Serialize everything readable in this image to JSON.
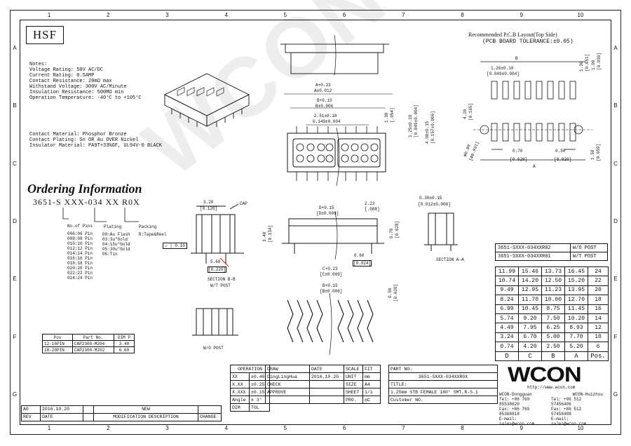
{
  "zones": {
    "columns": [
      "1",
      "2",
      "3",
      "4",
      "5",
      "6",
      "7",
      "8",
      "9",
      "10"
    ],
    "rows": [
      "A",
      "B",
      "C",
      "D",
      "E",
      "F",
      "G"
    ]
  },
  "hsf_label": "HSF",
  "specs": [
    "Notes:",
    "Voltage Rating: 50V AC/DC",
    "Current Rating: 0.5AMP",
    "Contact Resistance: 20mΩ max",
    "Withstand Voltage: 300V AC/Minute",
    "Insulation Resistance: 500MΩ min",
    "Operation Temperature: -40°C to +105°C"
  ],
  "materials": [
    "Contact Material: Phosphor Bronze",
    "Contact Plating: Sn OR Au OVER Nickel",
    "Insulator Material: PA9T+33%GF, UL94V-0 BLACK"
  ],
  "ordering": {
    "title": "Ordering Information",
    "code": "3651-S XXX-034 XX R0X",
    "no_of_pins_label": "No.of Pins",
    "pins": [
      "006:06 Pin",
      "008:08 Pin",
      "010:10 Pin",
      "012:12 Pin",
      "014:14 Pin",
      "016:16 Pin",
      "018:18 Pin",
      "020:20 Pin",
      "022:22 Pin",
      "024:24 Pin"
    ],
    "plating_label": "Plating",
    "plating": [
      "00:Au Flash",
      "03:3u\"Gold",
      "04:15u\"Gold",
      "05:30u\"Gold",
      "06:Tin"
    ],
    "packing_label": "Packing",
    "packing": [
      "R:Tape&Reel"
    ]
  },
  "part_table": {
    "headers": [
      "Pos",
      "Part No.",
      "DIM P"
    ],
    "rows": [
      [
        "12-16PIN",
        "CAP2300-M204",
        "3.40"
      ],
      [
        "18-20PIN",
        "CAP2300-M202",
        "6.60"
      ]
    ]
  },
  "pcb_layout": {
    "title": "Recommended P.C.B Layout(Top Side)",
    "tolerance": "(PCB BOARD TOLERANCE:±0.05)"
  },
  "dims": {
    "a033": "A+0.33",
    "a012": "A±0.012",
    "b015": "B+0.15",
    "b006": "B±0.006",
    "d2513": "2.51±0.10",
    "d0149": "0.149±0.004",
    "d138": "1.38",
    "d0054": "[.054]",
    "d125": "1.25±0.10",
    "d0049": "[0.049±0.004]",
    "d400": "4.00±0.15",
    "d0157": "[0.157±0.006]",
    "d126": "1.26±0.10",
    "d0049b": "[0.049±0.004]",
    "d130": "1.30",
    "d0051": "[0.051]",
    "d100": "1.00",
    "d0039": "[0.039]",
    "d420": "4.20",
    "d0165": "[0.165]",
    "d080": "Φ0.80",
    "d0031": "[Φ0.031]",
    "d070": "0.70",
    "d0028": "[0.028]",
    "d050": "0.50",
    "d0020": "[0.020]",
    "d150": "1.50",
    "d0059": "[0.059]",
    "d320": "3.20",
    "d0126": "[0.126]",
    "cap": "CAP",
    "d010": "0.10",
    "d560": "5.60",
    "d0220": "[0.220]",
    "d1015": "D+0.15",
    "d0006": "[D±0.006]",
    "d223": "2.23",
    "d0088": "[.088]",
    "d340": "3.40",
    "d0134": "[0.134]",
    "d070b": "0.70",
    "d0028b": "[0.028]",
    "d060": "0.60",
    "d0024": "[0.024]",
    "c1023": "C+0.23",
    "c0009": "[C±0.009]",
    "b015b": "B+0.15",
    "b006b": "[B±0.006]",
    "d050b": "0.50",
    "d0020b": "[0.020]",
    "d030": "0.30±0.15",
    "d0012": "[0.012±0.006]",
    "lbl_a": "A",
    "lbl_b": "B",
    "lbl_c": "C",
    "lbl_d": "D"
  },
  "views": {
    "section_bb": "SECTION B-B",
    "wt_post": "W/T POST",
    "wo_post": "W/O POST",
    "section_aa": "SECTION A-A"
  },
  "post_labels": [
    [
      "3651-SXXX-034XXR02",
      "W/O POST"
    ],
    [
      "3651-SXXX-034XXR01",
      "W/T POST"
    ]
  ],
  "dim_table": {
    "headers": [
      "D",
      "C",
      "B",
      "A",
      "Pos."
    ],
    "rows": [
      [
        "11.99",
        "15.46",
        "13.73",
        "16.45",
        "24"
      ],
      [
        "10.74",
        "14.20",
        "12.50",
        "15.20",
        "22"
      ],
      [
        "9.49",
        "12.95",
        "11.23",
        "13.95",
        "20"
      ],
      [
        "8.24",
        "11.70",
        "10.00",
        "12.70",
        "18"
      ],
      [
        "6.99",
        "10.45",
        "8.75",
        "11.45",
        "16"
      ],
      [
        "5.74",
        "9.20",
        "7.50",
        "10.20",
        "14"
      ],
      [
        "4.49",
        "7.95",
        "6.25",
        "8.93",
        "12"
      ],
      [
        "3.24",
        "6.70",
        "5.00",
        "7.70",
        "10"
      ],
      [
        "0.74",
        "4.20",
        "2.50",
        "5.20",
        "6"
      ]
    ]
  },
  "title_block": {
    "operation": "OPERATION",
    "tol_x": "XX",
    "tol_x_v": "±0.40",
    "tol_xx": "X.XX",
    "tol_xx_v": "±0.25",
    "tol_xxx": "X.XXX",
    "tol_xxx_v": "±0.15",
    "angle": "Angle",
    "angle_v": "± 3°",
    "unit_mm": "DIM",
    "tol_label": "TOL",
    "draw": "DRAW",
    "draw_name": "DingLingHua",
    "check": "CHECK",
    "approve": "APPROVE",
    "date_label": "DATE",
    "date_val": "2016.10.20",
    "scale": "SCALE",
    "scale_val": "FIT",
    "unit": "UNIT",
    "unit_val": "mm",
    "size": "SIZE",
    "size_val": "A4",
    "sheet": "SHEET",
    "sheet_val": "1/1",
    "proj": "PRO.",
    "part_no_label": "PART NO.",
    "part_no": "3651-SXXX-034XXR0X",
    "title_label": "TITLE:",
    "title_text": "1.25mm STB FEMALE 180° SMT,R-S.1",
    "customer": "Customer NO.",
    "rev_row": [
      "A0",
      "2016.10.20",
      "",
      "NEW",
      ""
    ],
    "rev_hdr": [
      "REV",
      "DATE",
      "",
      "MODIFICATION DESCRIPTION",
      "CHANGE"
    ]
  },
  "company": {
    "logo": "WCON",
    "url": "http://www.wcon.com",
    "dongguan": "WCON-Dongguan",
    "huizhou": "WCON-Huizhou",
    "tel_dg": "Tel: +86 769 85538620",
    "tel_hz": "Tel: +86 512 57456406",
    "fax_dg": "Fax: +86 769 85368618",
    "fax_hz": "Fax: +86 512 57458488",
    "email_dg": "E-mail: sales@wcon.com",
    "email_hz": "E-mail: sales@wcon.com"
  },
  "watermark": "WCON"
}
